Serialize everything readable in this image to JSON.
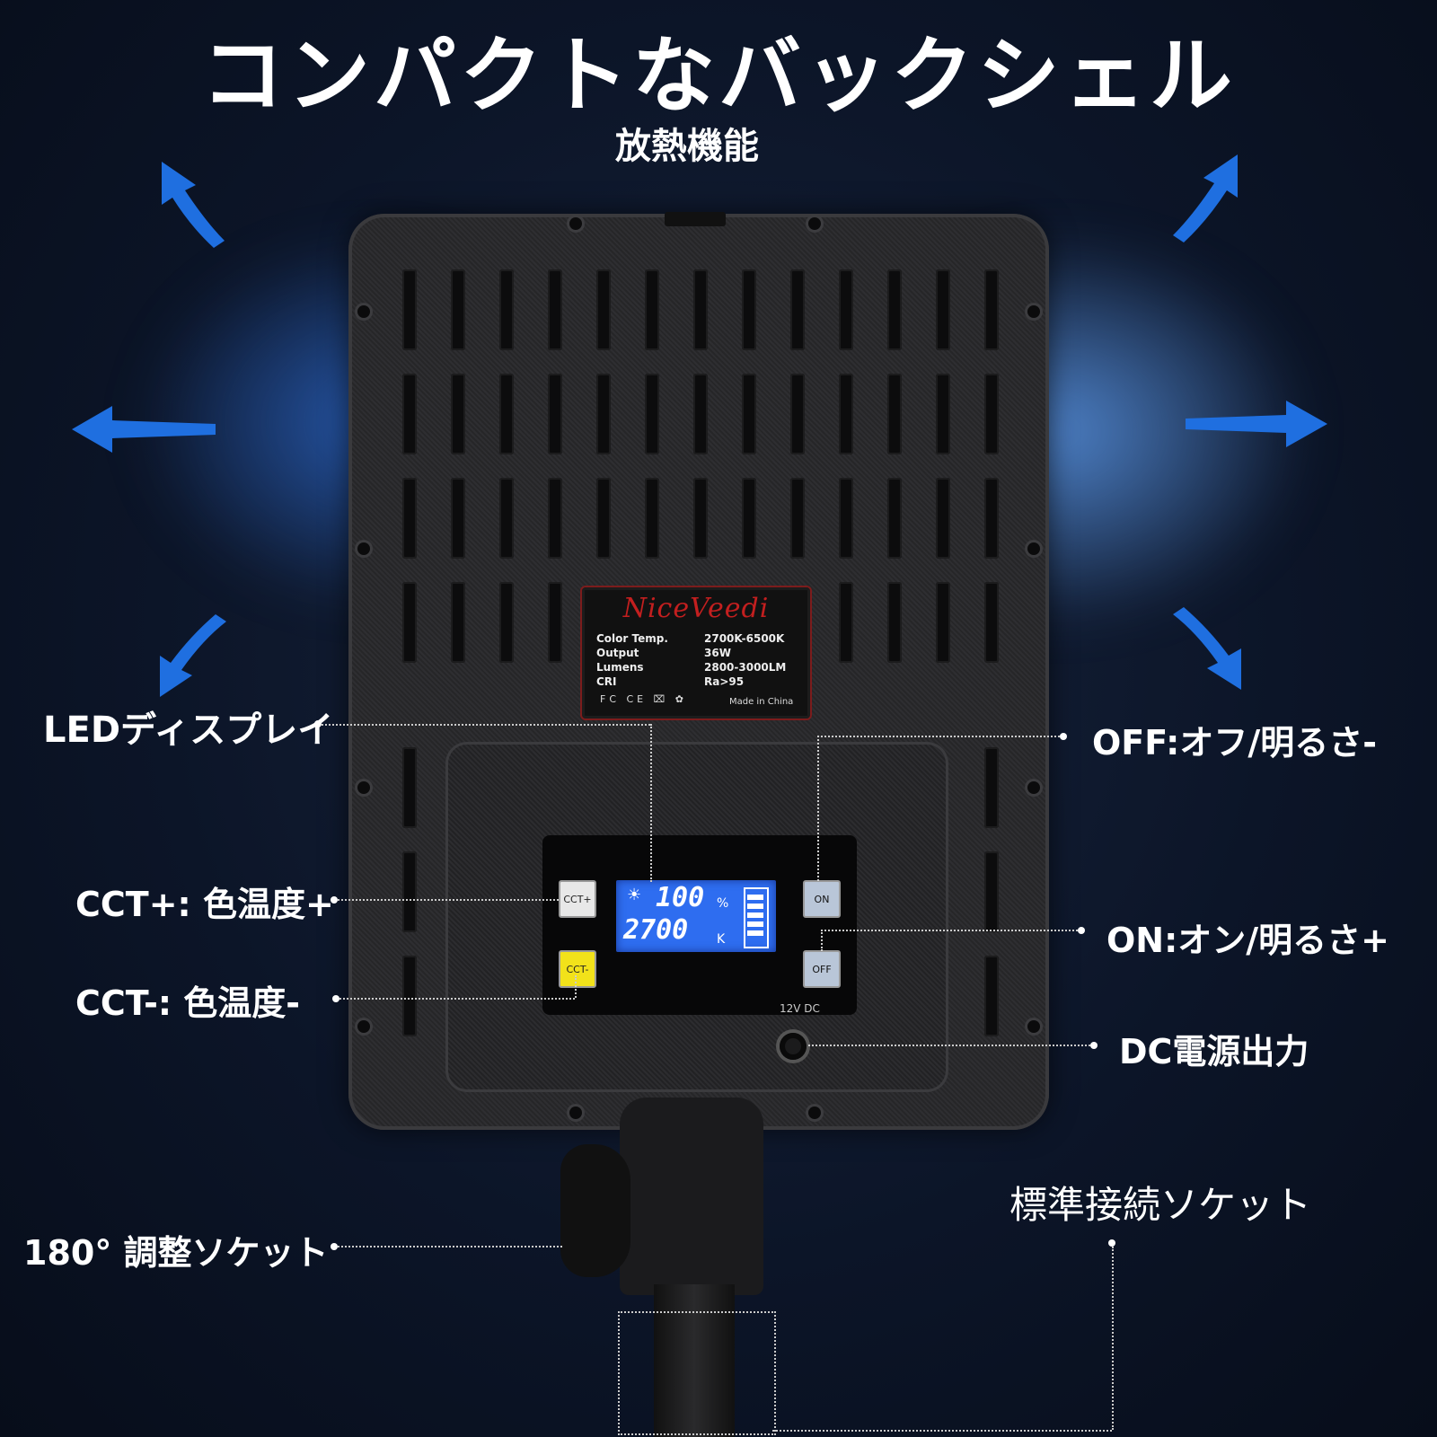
{
  "header": {
    "title": "コンパクトなバックシェル",
    "subtitle": "放熱機能"
  },
  "product": {
    "brand": "NiceVeedi",
    "specs": [
      {
        "key": "Color Temp.",
        "value": "2700K-6500K"
      },
      {
        "key": "Output",
        "value": "36W"
      },
      {
        "key": "Lumens",
        "value": "2800-3000LM"
      },
      {
        "key": "CRI",
        "value": "Ra>95"
      }
    ],
    "certifications": "FC CE ⌧ ✿",
    "made_in": "Made in China",
    "display": {
      "brightness": "100",
      "brightness_unit": "%",
      "color_temp": "2700",
      "color_temp_unit": "K"
    },
    "buttons": {
      "cct_plus": "CCT+",
      "cct_minus": "CCT-",
      "on": "ON",
      "off": "OFF"
    },
    "voltage_label": "12V DC"
  },
  "callouts": {
    "led_display": "LEDディスプレイ",
    "cct_plus": "CCT+: 色温度+",
    "cct_minus": "CCT-: 色温度-",
    "off": "OFF:オフ/明るさ-",
    "on": "ON:オン/明るさ+",
    "dc": "DC電源出力",
    "standard_socket": "標準接続ソケット",
    "adjust_socket": "180° 調整ソケット"
  },
  "colors": {
    "background": "#0c1528",
    "airflow": "#2f6fd8",
    "arrow": "#1f6fe0",
    "lcd": "#2e6df0",
    "brand_red": "#c31f1f",
    "cct_minus_button": "#f2e21a"
  },
  "icons": [
    "arrow-up-left-icon",
    "arrow-left-icon",
    "arrow-down-left-icon",
    "arrow-up-right-icon",
    "arrow-right-icon",
    "arrow-down-right-icon",
    "sun-icon",
    "battery-icon"
  ]
}
